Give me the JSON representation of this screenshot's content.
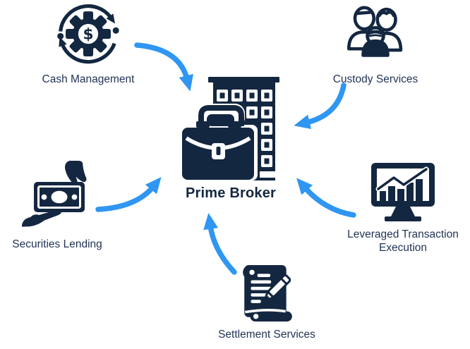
{
  "diagram": {
    "center": {
      "label": "Prime Broker",
      "icon": "briefcase-building-icon"
    },
    "nodes": [
      {
        "id": "cash-management",
        "label": "Cash Management",
        "icon": "gear-dollar-cycle-icon",
        "position": "top-left"
      },
      {
        "id": "custody-services",
        "label": "Custody Services",
        "icon": "family-group-icon",
        "position": "top-right"
      },
      {
        "id": "securities-lending",
        "label": "Securities Lending",
        "icon": "money-hand-icon",
        "position": "mid-left"
      },
      {
        "id": "leveraged-transaction-execution",
        "label": "Leveraged Transaction Execution",
        "icon": "monitor-chart-icon",
        "position": "mid-right"
      },
      {
        "id": "settlement-services",
        "label": "Settlement Services",
        "icon": "scroll-pen-icon",
        "position": "bottom"
      }
    ],
    "arrows": {
      "count": 5,
      "direction": "toward-center",
      "color": "#2F96F2"
    },
    "colors": {
      "icon_navy": "#142741",
      "label_navy": "#223457",
      "arrow_blue": "#2F96F2",
      "background": "#FFFFFF"
    },
    "glyphs": {
      "dollar": "$"
    }
  }
}
